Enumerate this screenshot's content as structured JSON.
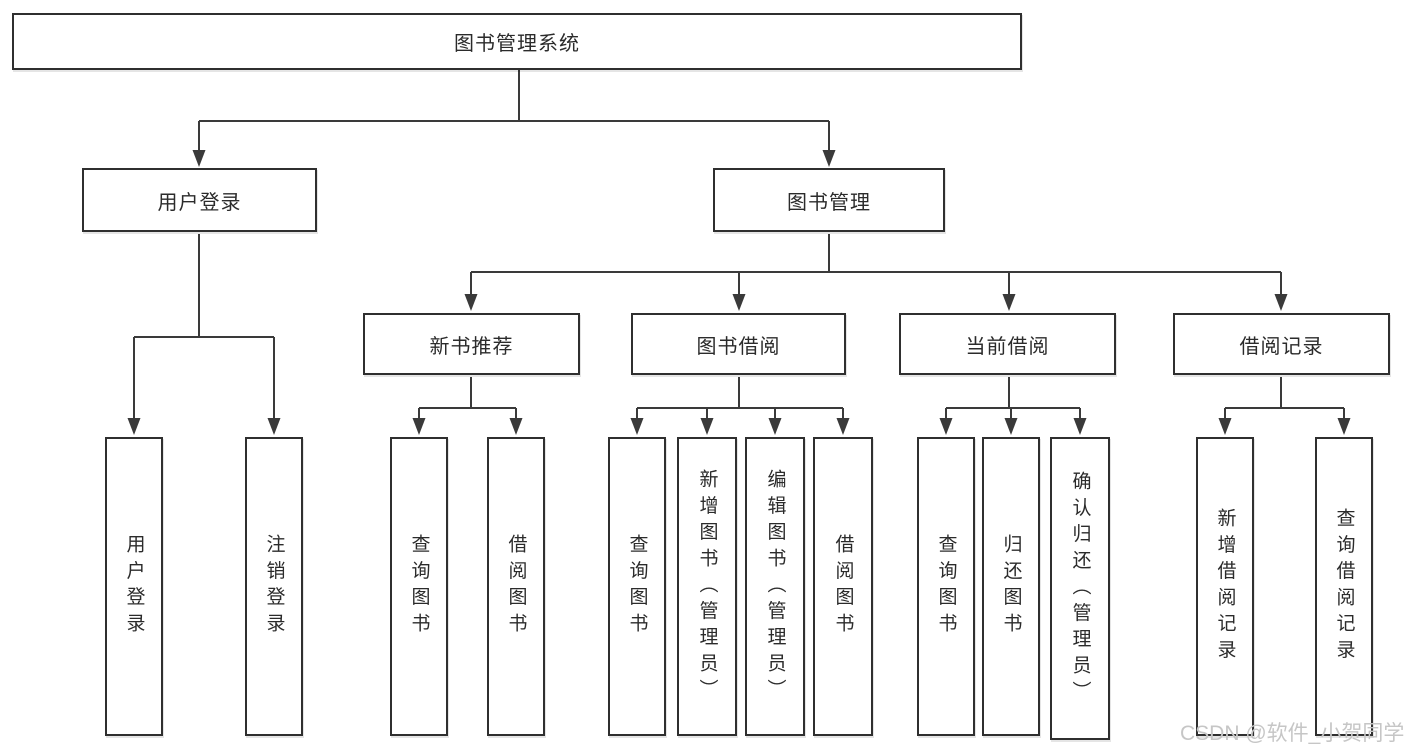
{
  "diagram": {
    "root": {
      "label": "图书管理系统"
    },
    "branches": [
      {
        "label": "用户登录",
        "children": [
          {
            "label": "用户登录"
          },
          {
            "label": "注销登录"
          }
        ]
      },
      {
        "label": "图书管理",
        "children": [
          {
            "label": "新书推荐",
            "children": [
              {
                "label": "查询图书"
              },
              {
                "label": "借阅图书"
              }
            ]
          },
          {
            "label": "图书借阅",
            "children": [
              {
                "label": "查询图书"
              },
              {
                "label": "新增图书（管理员）"
              },
              {
                "label": "编辑图书（管理员）"
              },
              {
                "label": "借阅图书"
              }
            ]
          },
          {
            "label": "当前借阅",
            "children": [
              {
                "label": "查询图书"
              },
              {
                "label": "归还图书"
              },
              {
                "label": "确认归还（管理员）"
              }
            ]
          },
          {
            "label": "借阅记录",
            "children": [
              {
                "label": "新增借阅记录"
              },
              {
                "label": "查询借阅记录"
              }
            ]
          }
        ]
      }
    ]
  },
  "watermark": {
    "text": "CSDN @软件_小贺同学"
  },
  "colors": {
    "line": "#3a3a3a",
    "border": "#2f2f2f",
    "text": "#2b2b2b",
    "watermark": "#c6c6c6",
    "background": "#ffffff"
  }
}
